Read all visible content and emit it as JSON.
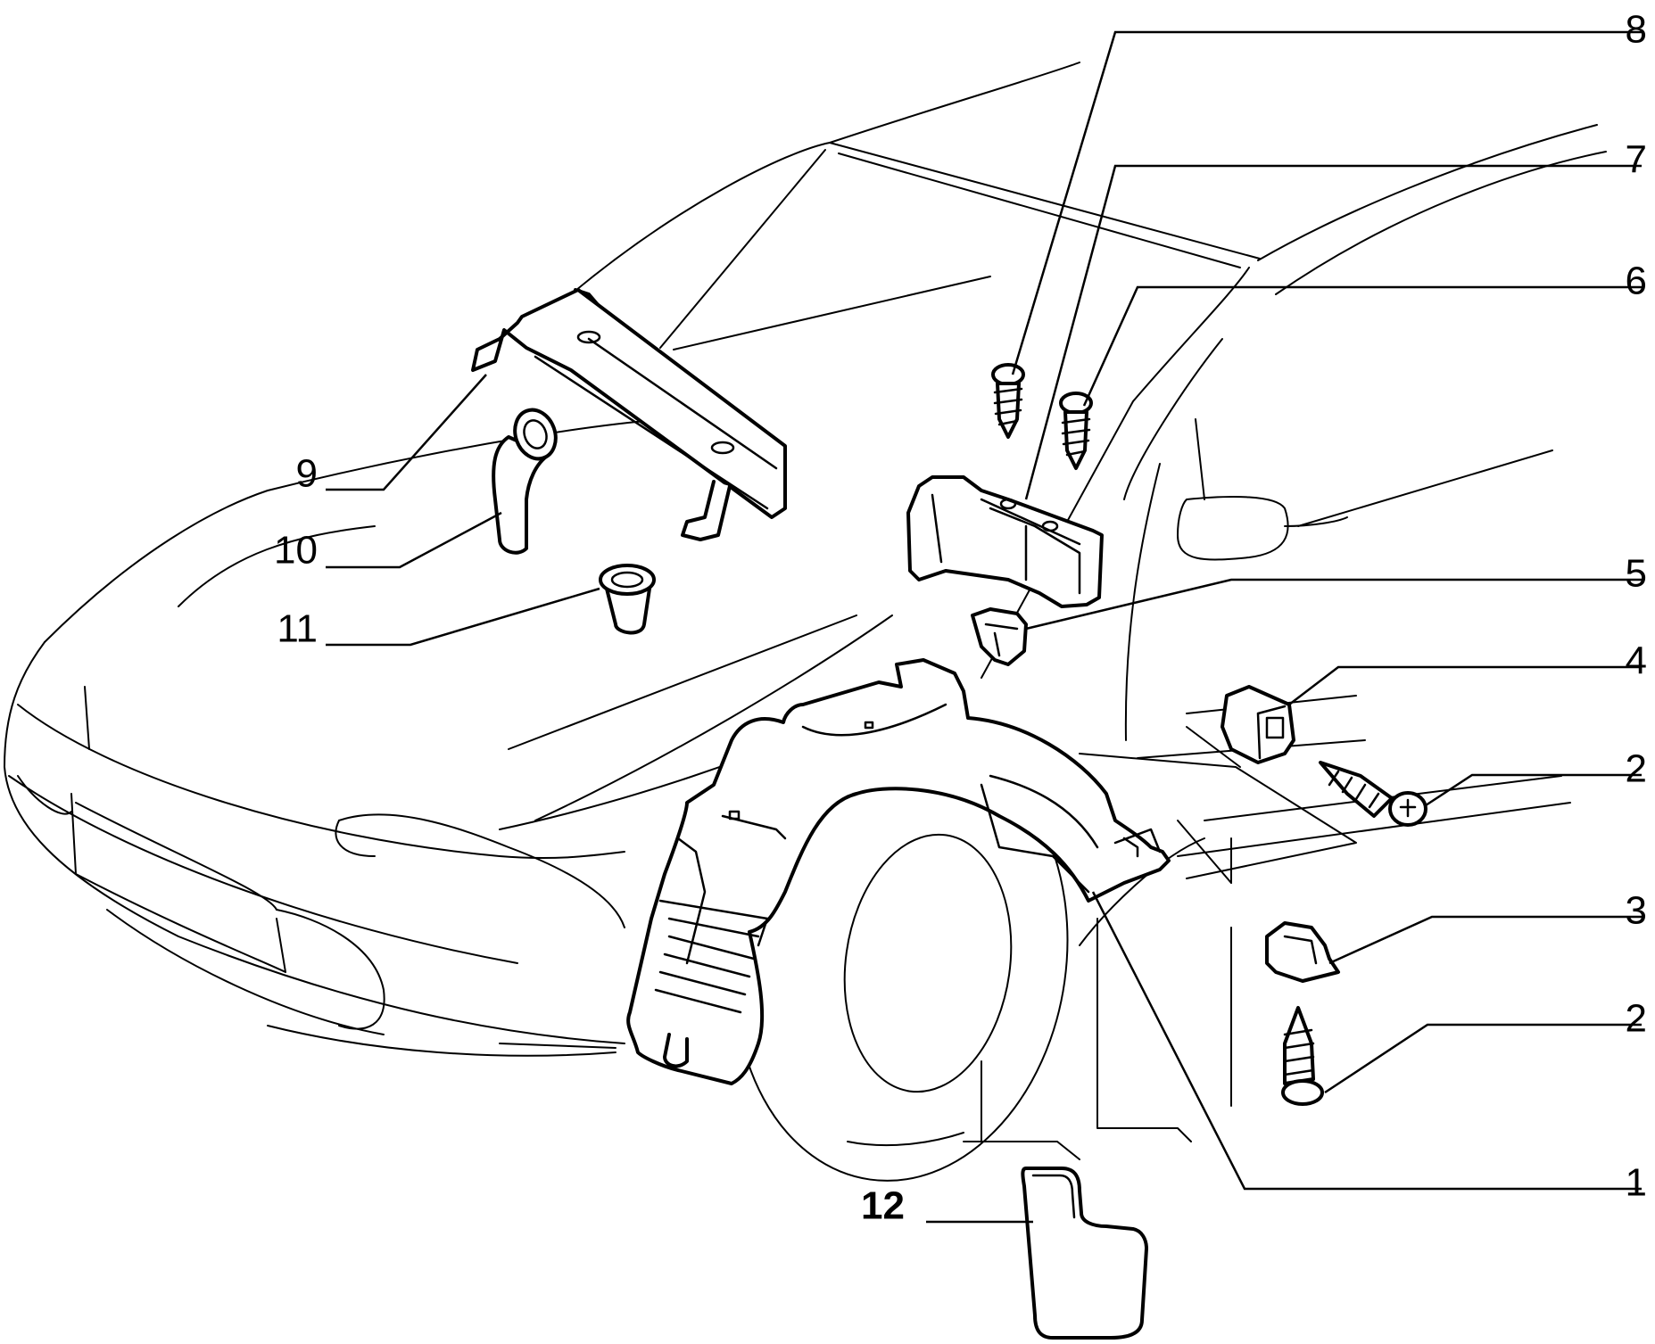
{
  "callouts": [
    {
      "id": "1",
      "label": "1"
    },
    {
      "id": "2a",
      "label": "2"
    },
    {
      "id": "2b",
      "label": "2"
    },
    {
      "id": "3",
      "label": "3"
    },
    {
      "id": "4",
      "label": "4"
    },
    {
      "id": "5",
      "label": "5"
    },
    {
      "id": "6",
      "label": "6"
    },
    {
      "id": "7",
      "label": "7"
    },
    {
      "id": "8",
      "label": "8"
    },
    {
      "id": "9",
      "label": "9"
    },
    {
      "id": "10",
      "label": "10"
    },
    {
      "id": "11",
      "label": "11"
    },
    {
      "id": "12",
      "label": "12"
    }
  ]
}
